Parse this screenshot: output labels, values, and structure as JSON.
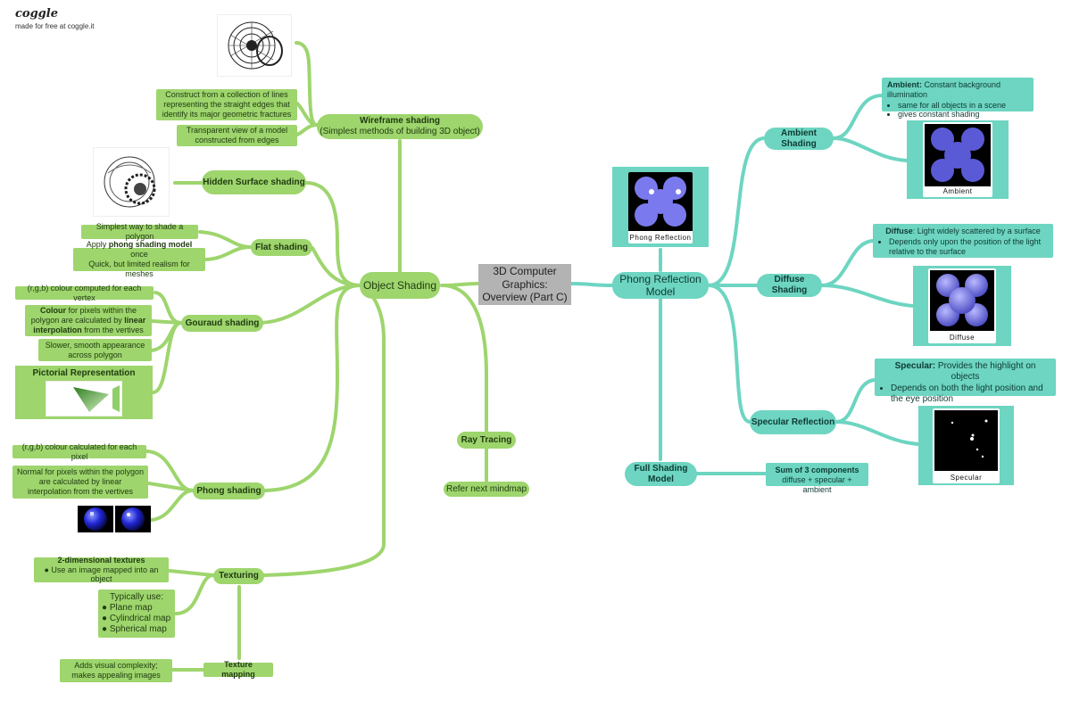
{
  "brand": {
    "logo": "coggle",
    "tagline": "made for free at coggle.it"
  },
  "colors": {
    "green": "#9ed56d",
    "teal": "#6dd5c1",
    "center": "#b3b3b3"
  },
  "center": {
    "label": "3D Computer Graphics: Overview (Part C)"
  },
  "left": {
    "object_shading": "Object Shading",
    "wireframe": {
      "title": "Wireframe shading",
      "subtitle": "(Simplest methods of building 3D object)",
      "notes": [
        "Construct from a collection of lines representing the straight edges that identify its major geometric fractures",
        "Transparent view of a model constructed from edges"
      ]
    },
    "hidden_surface": "Hidden Surface shading",
    "flat": {
      "title": "Flat shading",
      "note1": "Simplest way to shade a polygon",
      "note2_pre": "Apply ",
      "note2_bold": "phong shading model",
      "note2_post": " once",
      "note2_line2": "Quick, but limited realism for meshes"
    },
    "gouraud": {
      "title": "Gouraud shading",
      "note1": "(r,g,b) colour computed for each vertex",
      "note2_b1": "Colour",
      "note2_t1": " for pixels within the polygon are calculated by ",
      "note2_b2": "linear interpolation",
      "note2_t2": " from the vertives",
      "note3": "Slower, smooth appearance across polygon",
      "pictorial": "Pictorial Representation"
    },
    "phong": {
      "title": "Phong shading",
      "note1": "(r,g,b) colour calculated for each pixel",
      "note2": "Normal for pixels within the polygon are calculated by linear interpolation from the vertives"
    },
    "texturing": {
      "title": "Texturing",
      "two_d_title": "2-dimensional textures",
      "two_d_item": "Use an image mapped into an object",
      "typical_title": "Typically use:",
      "typical_items": [
        "Plane map",
        "Cylindrical map",
        "Spherical map"
      ],
      "mapping": "Texture mapping",
      "mapping_note": "Adds visual complexity; makes appealing images"
    },
    "ray_tracing": "Ray Tracing",
    "refer": "Refer next mindmap"
  },
  "right": {
    "phong_model": "Phong Reflection Model",
    "phong_caption": "Phong Reflection",
    "ambient": {
      "title": "Ambient Shading",
      "desc_bold": "Ambient:",
      "desc": " Constant background illumination",
      "items": [
        "same for all objects in a scene",
        "gives constant shading"
      ],
      "caption": "Ambient"
    },
    "diffuse": {
      "title": "Diffuse Shading",
      "desc_bold": "Diffuse",
      "desc": ": Light widely scattered by a surface",
      "items": [
        "Depends only upon the position of the light relative to the surface"
      ],
      "caption": "Diffuse"
    },
    "specular": {
      "title": "Specular Reflection",
      "desc_bold": "Specular:",
      "desc": " Provides the highlight on objects",
      "items": [
        "Depends on both the light position and the eye position"
      ],
      "caption": "Specular"
    },
    "full": {
      "title": "Full Shading Model",
      "sum_title": "Sum of 3 components",
      "sum_desc": "diffuse + specular + ambient"
    }
  }
}
